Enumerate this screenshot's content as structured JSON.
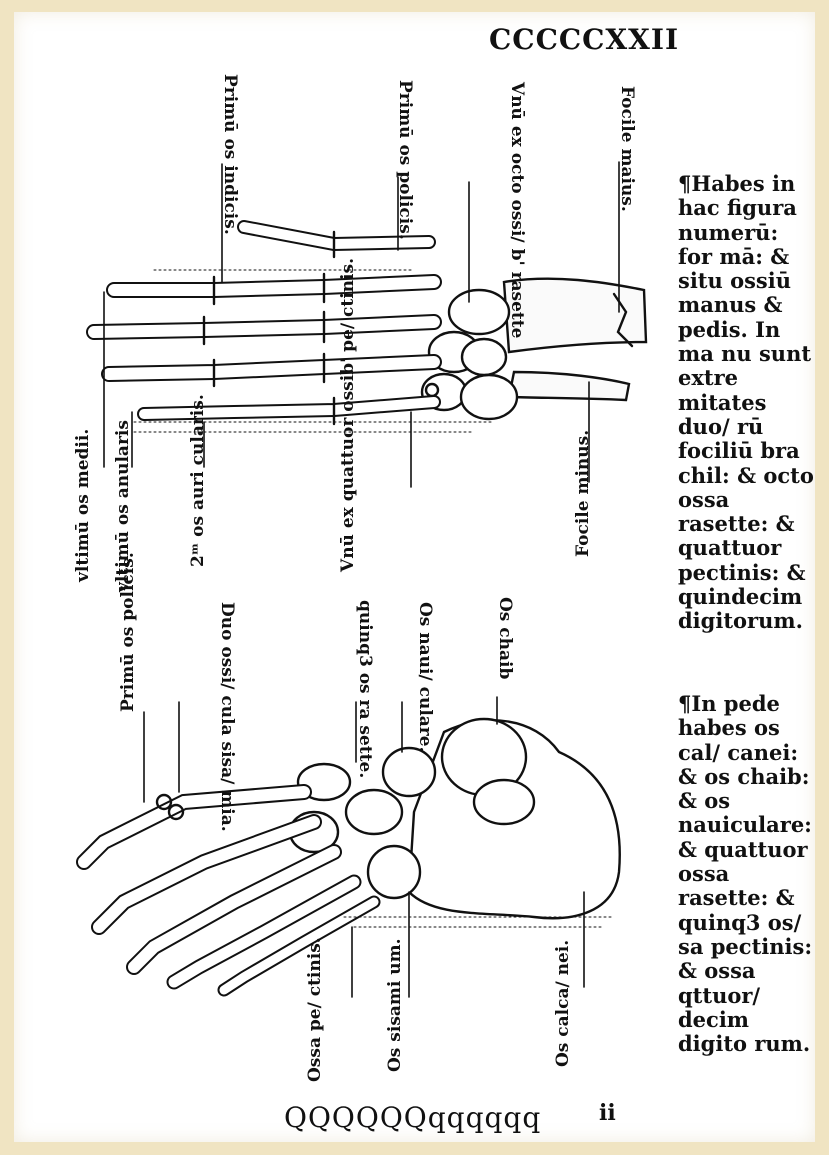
{
  "folio": "CCCCCXXII",
  "hand_labels": {
    "primu_os_indicis": "Primū os indicis.",
    "primu_os_policis": "Primū os policis.",
    "vnu_ex_octo": "Vnū ex octo ossi/ b' rasette",
    "focile_maius": "Focile maius.",
    "vltimu_medii": "vltimū os medii.",
    "vltimu_anularis": "vltimū os anularis",
    "os_auricularis": "2ᵐ os auri cularis.",
    "vnu_ex_quattuor": "Vnū ex quattuor ossib' pe/ ctinis.",
    "focile_minus": "Focile minus."
  },
  "foot_labels": {
    "primu_os_policis": "Primū os policis.",
    "duo_ossi_cula": "Duo ossi/ cula sisa/ mia.",
    "quinq_os_rasette": "quinq3 os ra sette.",
    "os_nauiculare": "Os naui/ culare.",
    "os_chaib": "Os chaib",
    "ossa_pectinis": "Ossa pe/ ctinis.",
    "os_sisami": "Os sisami um.",
    "os_calcanei": "Os calca/ nei."
  },
  "notes": {
    "hand_first": "Habes in",
    "hand_rest": "hac figura numerū: for mā: & situ ossiū manus & pedis. In ma nu sunt extre mitates duo/ rū fociliū bra chil: & octo ossa rasette: & quattuor pectinis: & quindecim digitorum.",
    "foot_first": "In pede",
    "foot_rest": "habes os cal/ canei: & os chaib: & os nauiculare: & quattuor ossa rasette: & quinq3 os/ sa pectinis: & ossa qttuor/ decim digito rum."
  },
  "signature": "QQQQQQqqqqqq",
  "signature_page": "ii",
  "colors": {
    "ink": "#111111",
    "paper": "#ffffff",
    "frame": "#f0e4c2"
  }
}
